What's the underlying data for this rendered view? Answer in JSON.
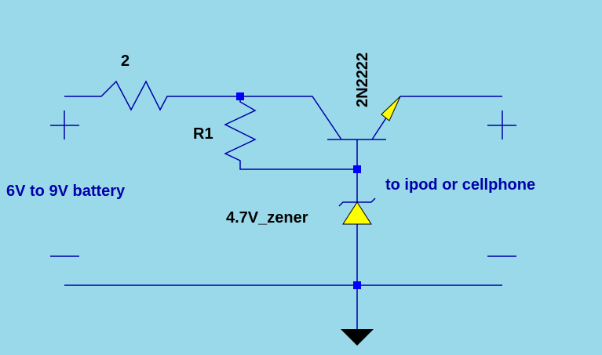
{
  "diagram": {
    "type": "schematic",
    "title": "",
    "colors": {
      "background": "#99d9ea",
      "wire": "#0000a8",
      "junction": "#0000ff",
      "component_fill": "#ffff00",
      "ground": "#000000",
      "component_label": "#000000",
      "annotation": "#0000a8"
    },
    "components": {
      "resistor_series": {
        "label": "2",
        "kind": "resistor"
      },
      "resistor_bias": {
        "label": "R1",
        "kind": "resistor"
      },
      "transistor": {
        "label": "2N2222",
        "kind": "npn-transistor"
      },
      "zener": {
        "label": "4.7V_zener",
        "kind": "zener-diode"
      },
      "ground": {
        "kind": "ground"
      }
    },
    "annotations": {
      "input": "6V to 9V battery",
      "output": "to ipod or cellphone"
    },
    "terminals": {
      "input_plus": "+",
      "input_minus": "−",
      "output_plus": "+",
      "output_minus": "−"
    }
  }
}
